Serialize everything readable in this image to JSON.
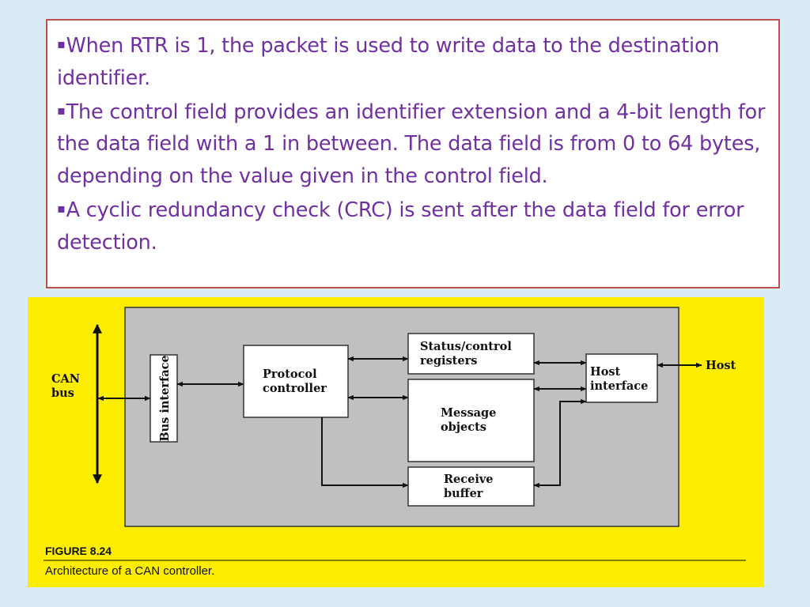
{
  "bullets": [
    {
      "marker": "▪",
      "text": "When RTR is 1, the packet is used to write data to the destination identifier."
    },
    {
      "marker": "▪",
      "text": "The control field provides an identifier extension and a 4-bit length for the data field with a 1 in between. The data field is from 0 to 64 bytes, depending on the value given in the control field."
    },
    {
      "marker": "▪",
      "text": "A cyclic redundancy check (CRC) is sent after the data field for error detection."
    }
  ],
  "figure": {
    "can_bus_label": [
      "CAN",
      "bus"
    ],
    "bus_interface_label": "Bus interface",
    "protocol_controller_label": [
      "Protocol",
      "controller"
    ],
    "status_control_label": [
      "Status/control",
      "registers"
    ],
    "message_objects_label": [
      "Message",
      "objects"
    ],
    "receive_buffer_label": [
      "Receive",
      "buffer"
    ],
    "host_interface_label": [
      "Host",
      "interface"
    ],
    "host_label": "Host",
    "caption_number": "FIGURE 8.24",
    "caption_text": "Architecture of a CAN controller."
  },
  "colors": {
    "background": "#d9ecf5",
    "text_box_border": "#c0504d",
    "text": "#7030a0",
    "figure_background": "#ffed00",
    "diagram_panel": "#c0c0c0"
  }
}
